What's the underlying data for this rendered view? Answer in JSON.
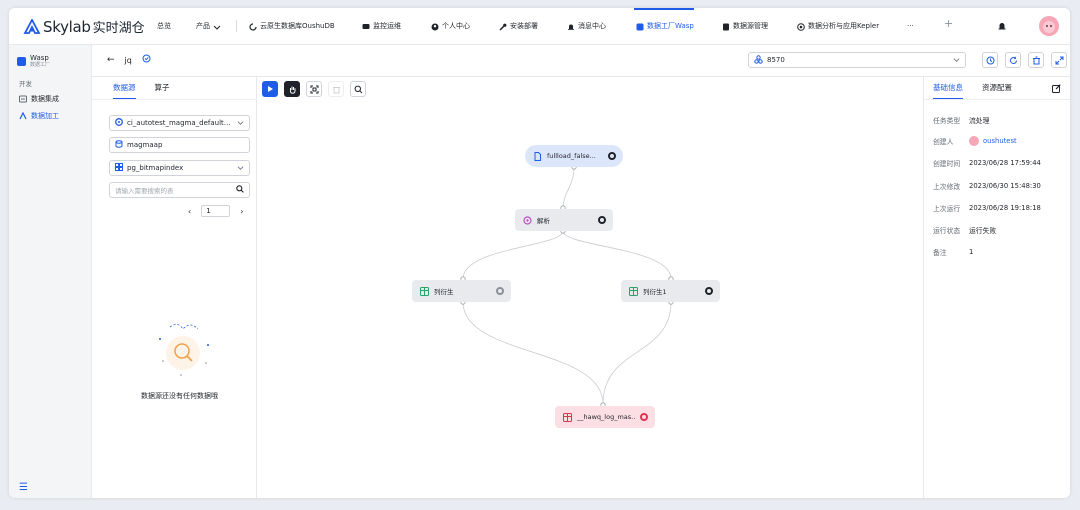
{
  "brand": {
    "name": "Skylab",
    "suffix": "实时湖仓"
  },
  "nav": {
    "items": [
      {
        "label": "总览"
      },
      {
        "label": "产品"
      },
      {
        "label": "云原生数据库OushuDB"
      },
      {
        "label": "监控运维"
      },
      {
        "label": "个人中心"
      },
      {
        "label": "安装部署"
      },
      {
        "label": "消息中心"
      },
      {
        "label": "数据工厂Wasp"
      },
      {
        "label": "数据源管理"
      },
      {
        "label": "数据分析与应用Kepler"
      }
    ],
    "more": "···",
    "add": "+"
  },
  "sidebar": {
    "app_name": "Wasp",
    "app_sub": "数据工厂",
    "group": "开发",
    "items": [
      {
        "label": "数据集成"
      },
      {
        "label": "数据加工"
      }
    ]
  },
  "toolbar": {
    "job_name": "jq",
    "selected_node": "8570"
  },
  "left_panel": {
    "tabs": [
      {
        "label": "数据源"
      },
      {
        "label": "算子"
      }
    ],
    "datasource": "ci_autotest_magma_default_o...",
    "database": "magmaap",
    "schema": "pg_bitmapindex",
    "search_placeholder": "请输入需要搜索的表",
    "page": "1",
    "empty_text": "数据源还没有任何数据哦"
  },
  "canvas": {
    "nodes": {
      "source": "fullload_false...",
      "parse": "解析",
      "derive_a": "列衍生",
      "derive_b": "列衍生1",
      "sink": "__hawq_log_mas..."
    }
  },
  "right_panel": {
    "tabs": [
      {
        "label": "基础信息"
      },
      {
        "label": "资源配置"
      }
    ],
    "info": [
      {
        "key": "任务类型",
        "value": "流处理"
      },
      {
        "key": "创建人",
        "value": "oushutest"
      },
      {
        "key": "创建时间",
        "value": "2023/06/28 17:59:44"
      },
      {
        "key": "上次修改",
        "value": "2023/06/30 15:48:30"
      },
      {
        "key": "上次运行",
        "value": "2023/06/28 19:18:18"
      },
      {
        "key": "运行状态",
        "value": "运行失败"
      },
      {
        "key": "备注",
        "value": "1"
      }
    ]
  },
  "colors": {
    "accent": "#1f5ce8",
    "danger": "#e0334f",
    "sink_bg": "#fbdfe5",
    "source_bg": "#dce6fb"
  }
}
